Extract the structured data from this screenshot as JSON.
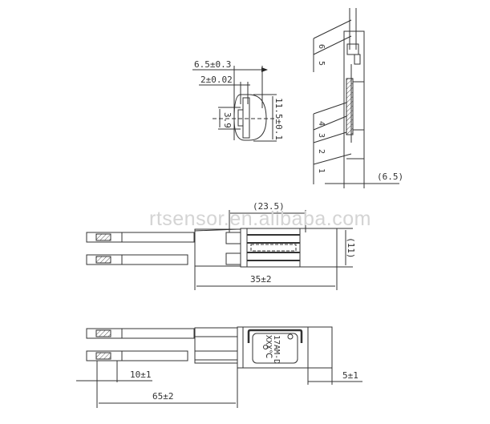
{
  "watermark": "rtsensor.en.alibaba.com",
  "colors": {
    "line": "#333333",
    "watermark": "#d4d4d4",
    "background": "#ffffff"
  },
  "end_view": {
    "dim_width_total": "6.5±0.3",
    "dim_width_inner": "2±0.02",
    "dim_hole": "3.9",
    "dim_height": "11.5±0.1"
  },
  "section_view": {
    "part_labels": [
      "6",
      "5",
      "4",
      "3",
      "2",
      "1"
    ],
    "dim_thickness": "(6.5)"
  },
  "top_view": {
    "dim_body_ref": "(23.5)",
    "dim_body_length": "35±2",
    "dim_body_width": "(11)"
  },
  "front_view": {
    "marking_line1": "17AM-D",
    "marking_line2": "XXX℃",
    "dim_strip": "10±1",
    "dim_lead_length": "65±2",
    "dim_tab": "5±1"
  }
}
